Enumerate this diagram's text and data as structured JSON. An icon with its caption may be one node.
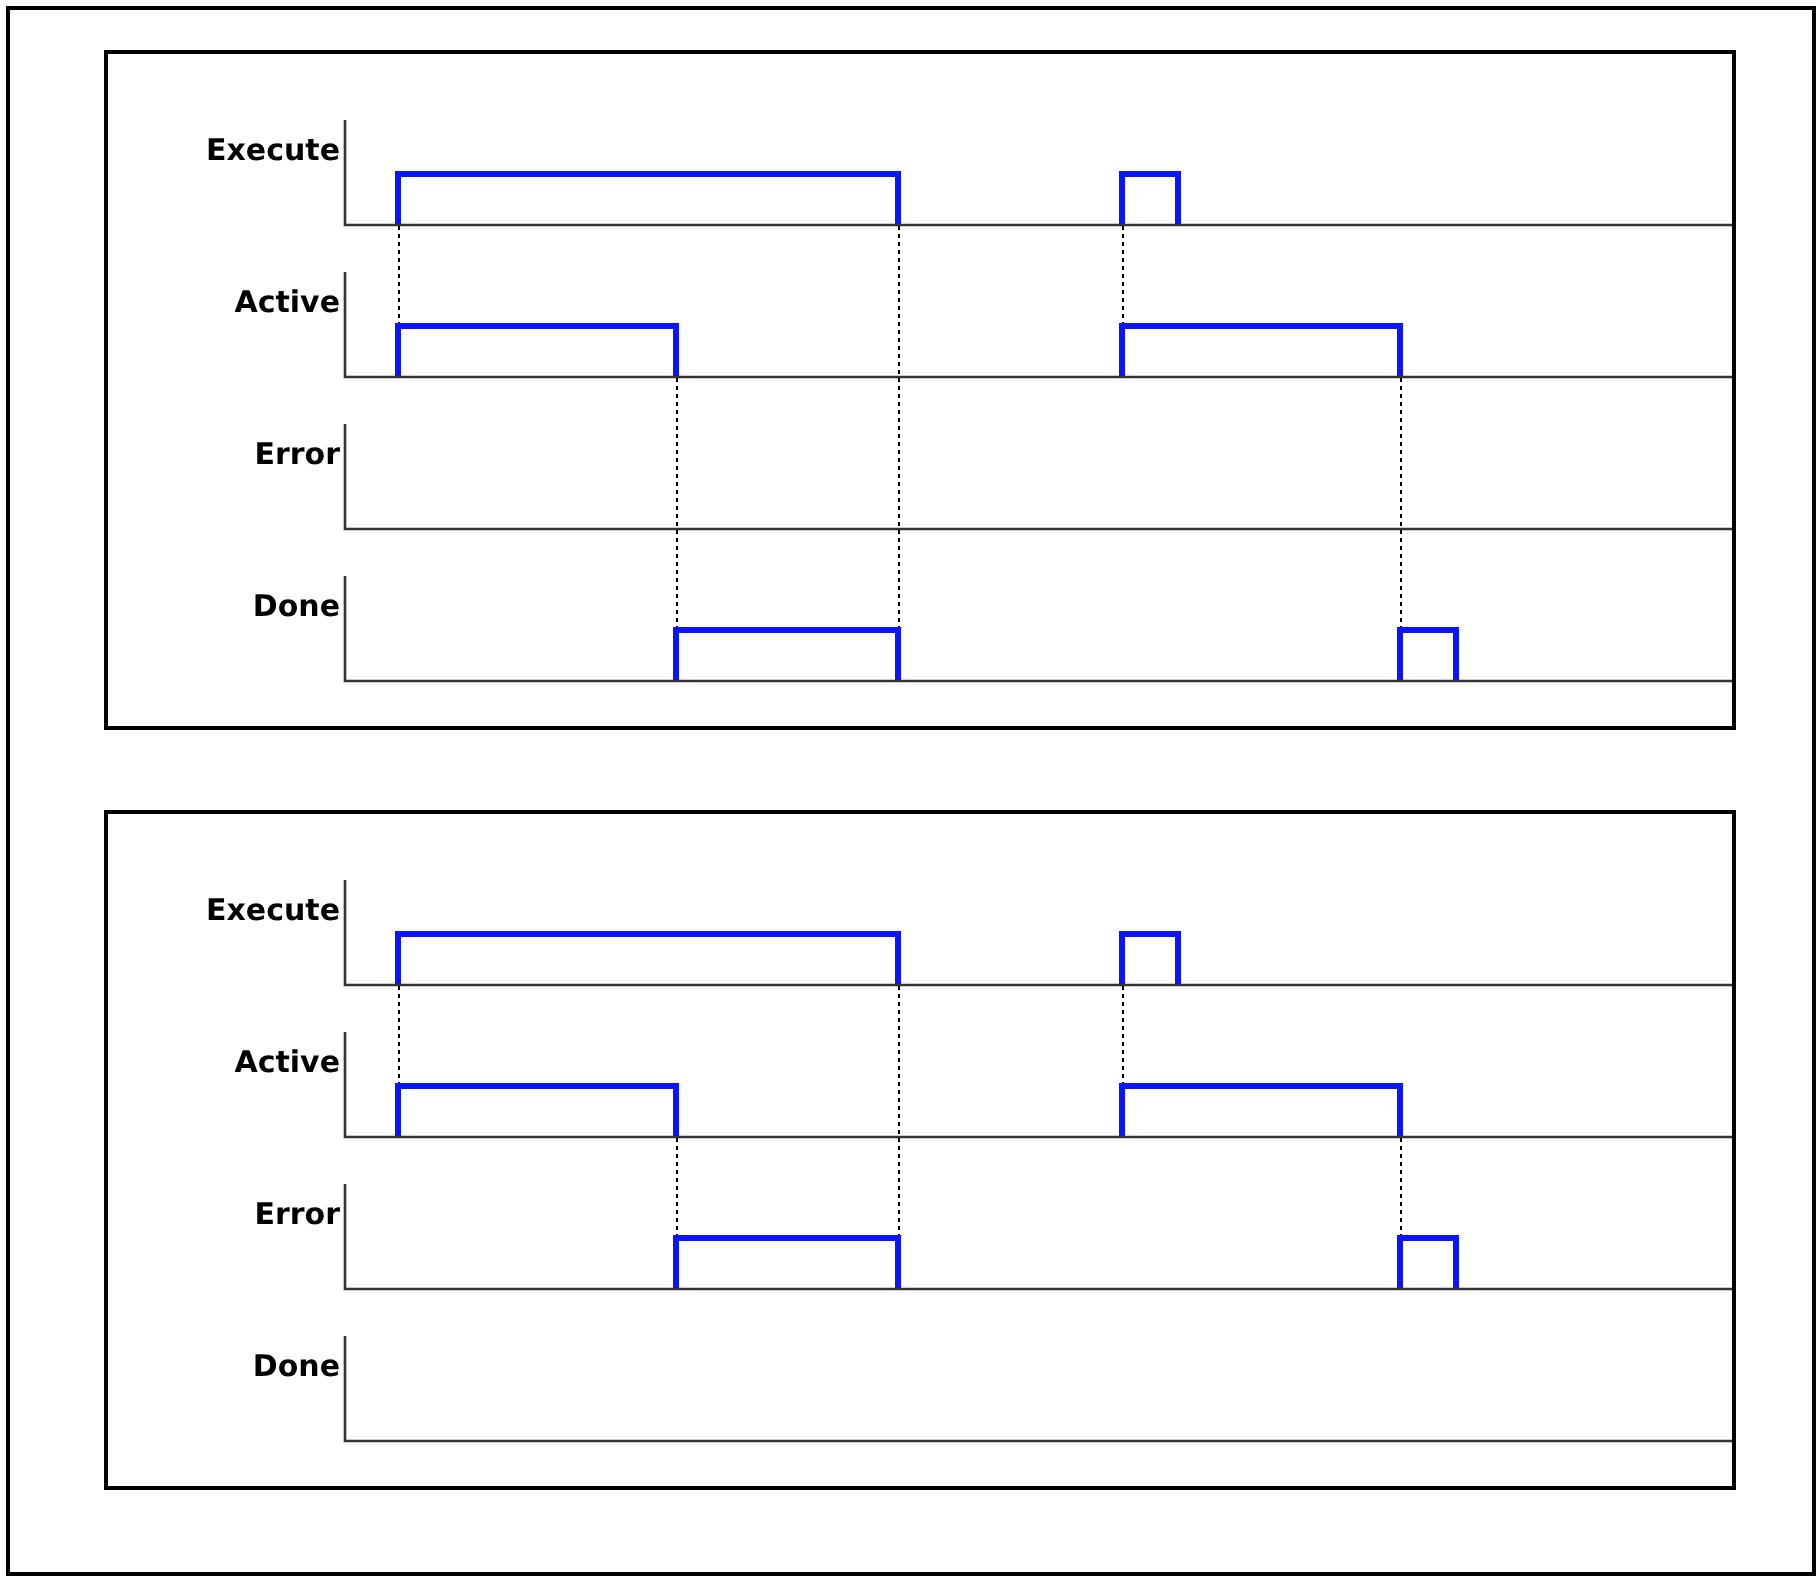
{
  "diagram": {
    "nodes": [
      {
        "text": [
          "Execute",
          "Active",
          "Error",
          "Done"
        ]
      },
      {
        "text": [
          "Execute",
          "Active",
          "Error",
          "Done"
        ]
      }
    ]
  }
}
